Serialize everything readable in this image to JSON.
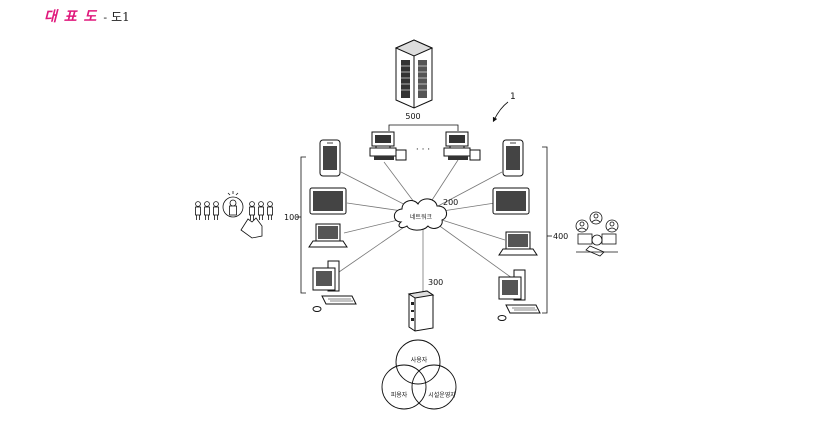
{
  "header": {
    "title": "대 표 도",
    "separator": "-",
    "figure": "도1"
  },
  "labels": {
    "system": "1",
    "server_group": "500",
    "network": "200",
    "network_text": "네트워크",
    "central_server": "300",
    "group_left": "100",
    "group_right": "400",
    "ellipsis": "· · ·"
  },
  "venn": {
    "top": "사용자",
    "left": "피용자",
    "right": "시설운영자"
  },
  "icons": {
    "building": "office-building-icon",
    "pos": "pos-terminal-icon",
    "phone": "smartphone-icon",
    "tablet": "tablet-icon",
    "laptop": "laptop-icon",
    "desktop": "desktop-computer-icon",
    "tower": "server-tower-icon",
    "crowd": "people-group-icon",
    "operators": "operators-icon"
  }
}
